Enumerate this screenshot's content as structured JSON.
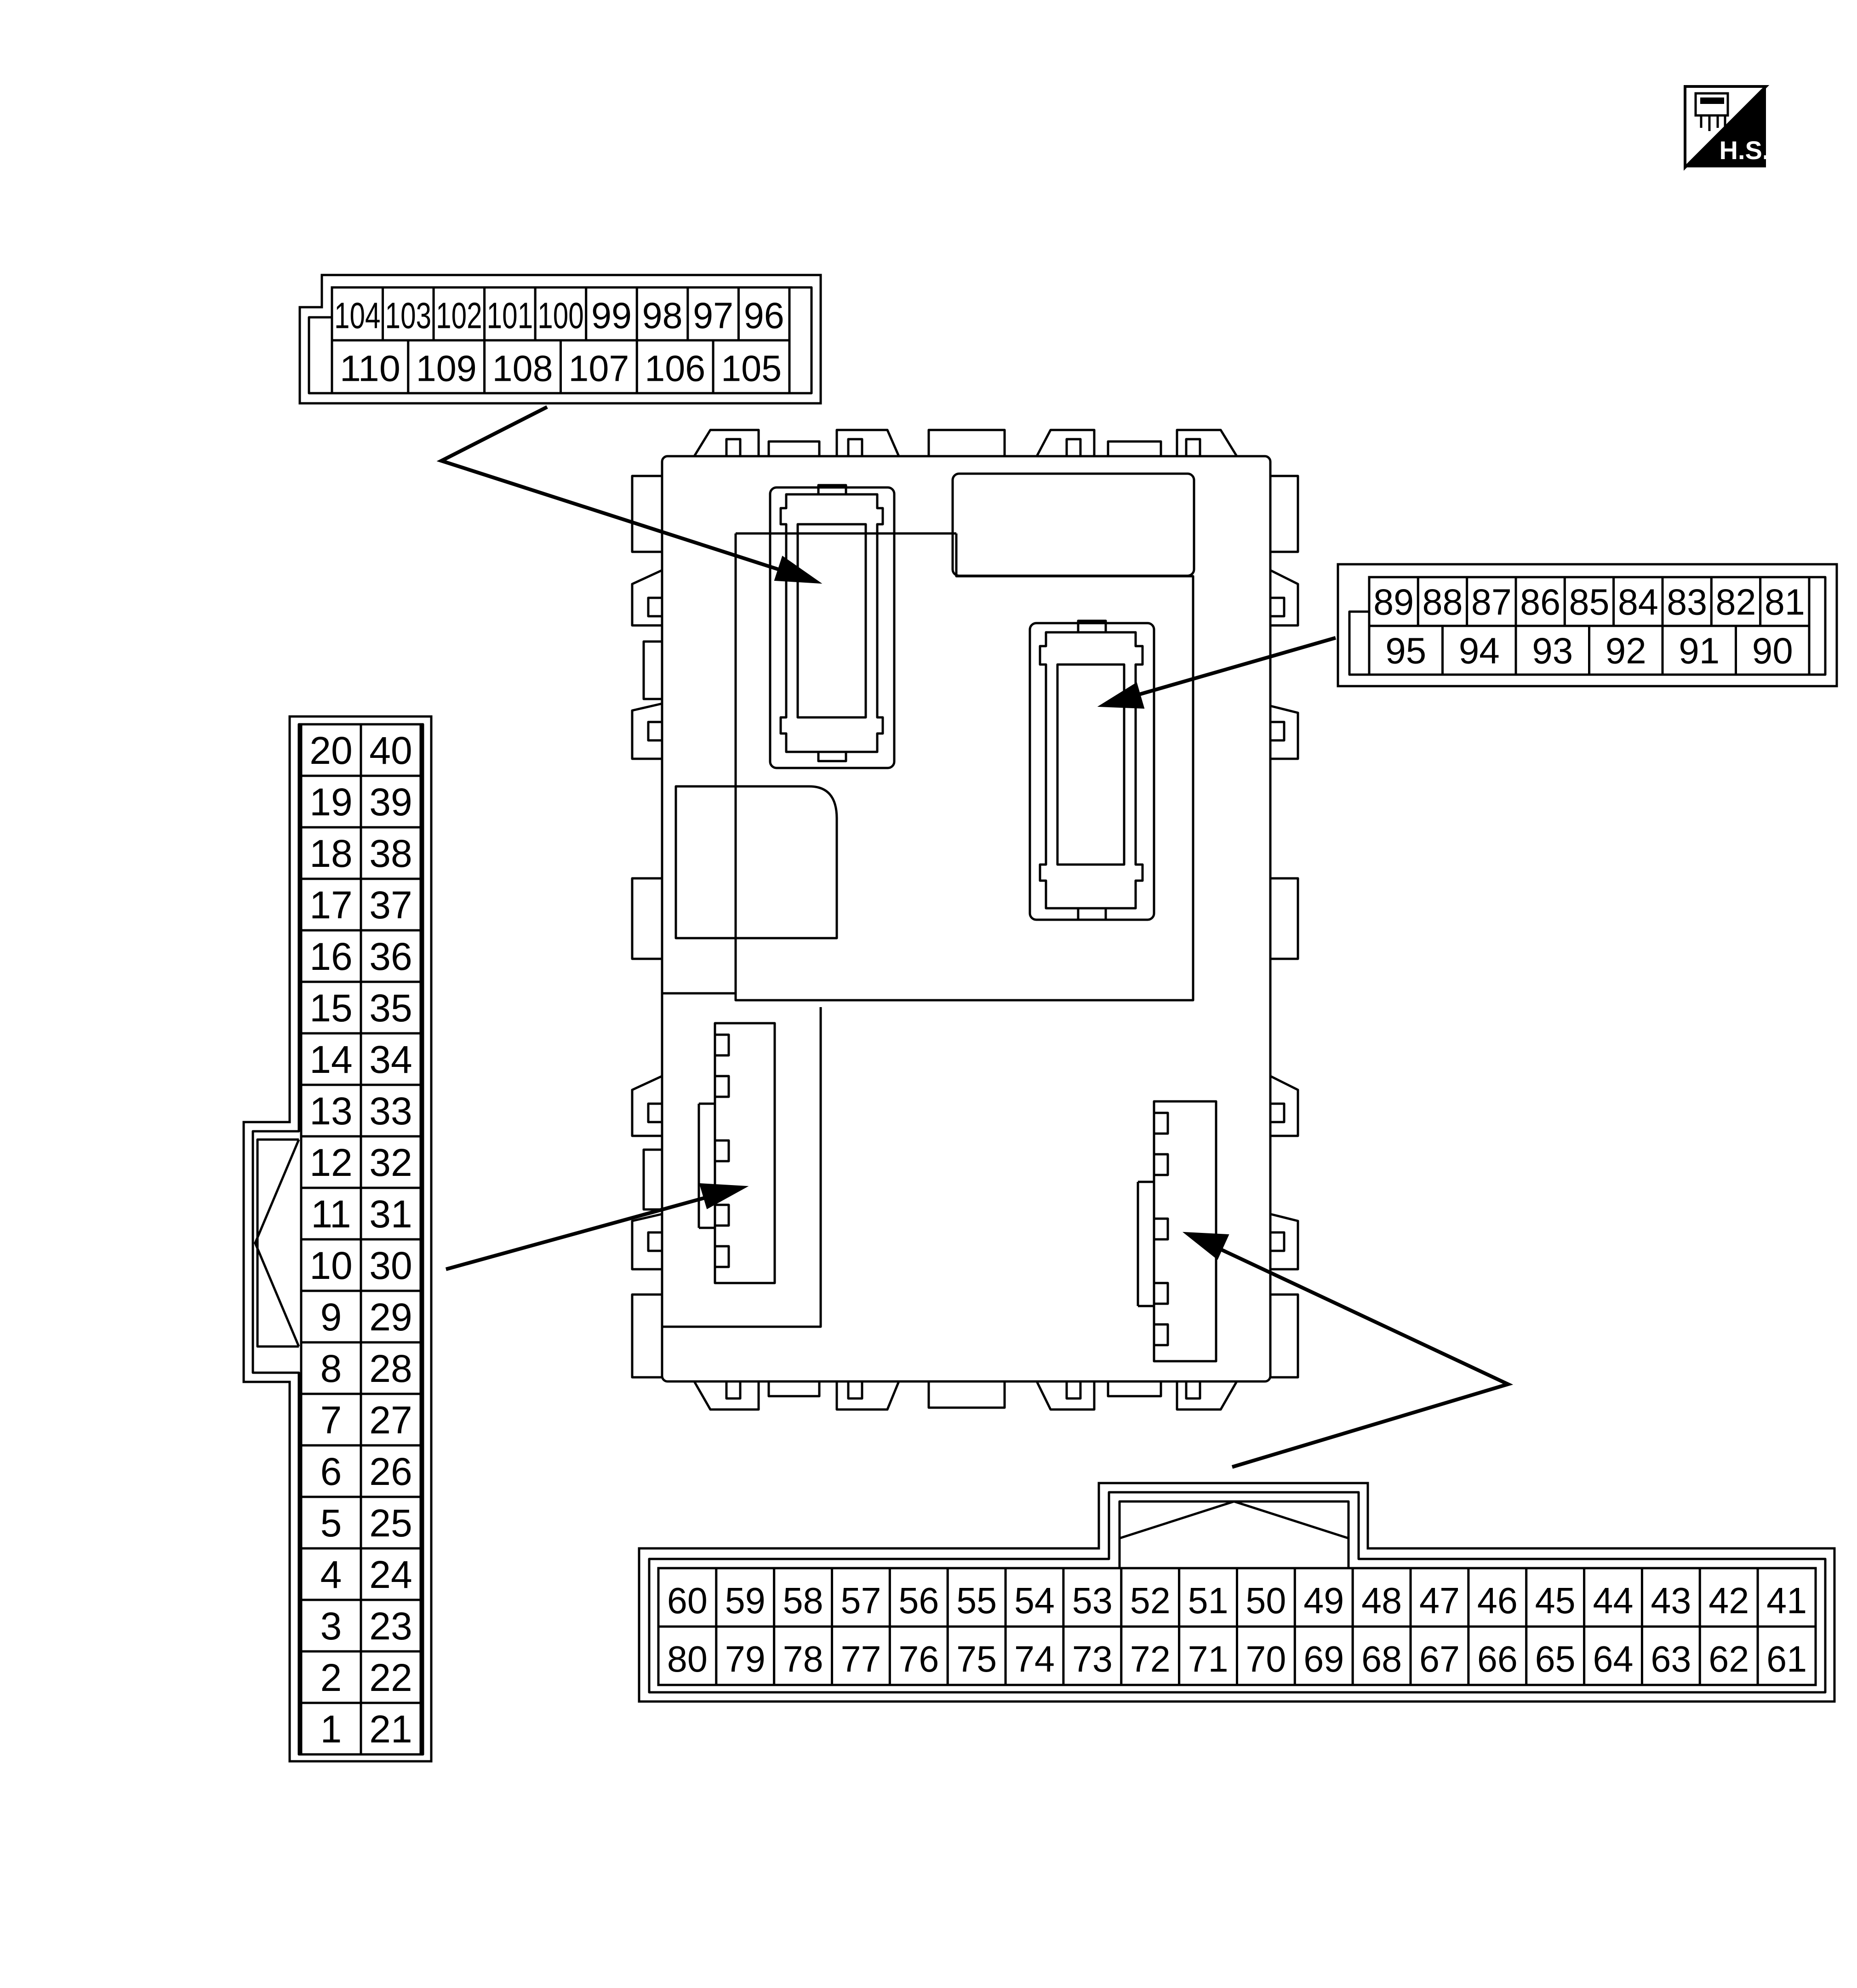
{
  "badge": {
    "icon": "harness-side-icon",
    "label": "H.S."
  },
  "connectors": {
    "top_left": {
      "row1": [
        "104",
        "103",
        "102",
        "101",
        "100",
        "99",
        "98",
        "97",
        "96"
      ],
      "row2": [
        "110",
        "109",
        "108",
        "107",
        "106",
        "105"
      ]
    },
    "right": {
      "row1": [
        "89",
        "88",
        "87",
        "86",
        "85",
        "84",
        "83",
        "82",
        "81"
      ],
      "row2": [
        "95",
        "94",
        "93",
        "92",
        "91",
        "90"
      ]
    },
    "left": {
      "col1": [
        "20",
        "19",
        "18",
        "17",
        "16",
        "15",
        "14",
        "13",
        "12",
        "11",
        "10",
        "9",
        "8",
        "7",
        "6",
        "5",
        "4",
        "3",
        "2",
        "1"
      ],
      "col2": [
        "40",
        "39",
        "38",
        "37",
        "36",
        "35",
        "34",
        "33",
        "32",
        "31",
        "30",
        "29",
        "28",
        "27",
        "26",
        "25",
        "24",
        "23",
        "22",
        "21"
      ]
    },
    "bottom": {
      "row1": [
        "60",
        "59",
        "58",
        "57",
        "56",
        "55",
        "54",
        "53",
        "52",
        "51",
        "50",
        "49",
        "48",
        "47",
        "46",
        "45",
        "44",
        "43",
        "42",
        "41"
      ],
      "row2": [
        "80",
        "79",
        "78",
        "77",
        "76",
        "75",
        "74",
        "73",
        "72",
        "71",
        "70",
        "69",
        "68",
        "67",
        "66",
        "65",
        "64",
        "63",
        "62",
        "61"
      ]
    }
  },
  "colors": {
    "line": "#000000",
    "background": "#ffffff"
  }
}
